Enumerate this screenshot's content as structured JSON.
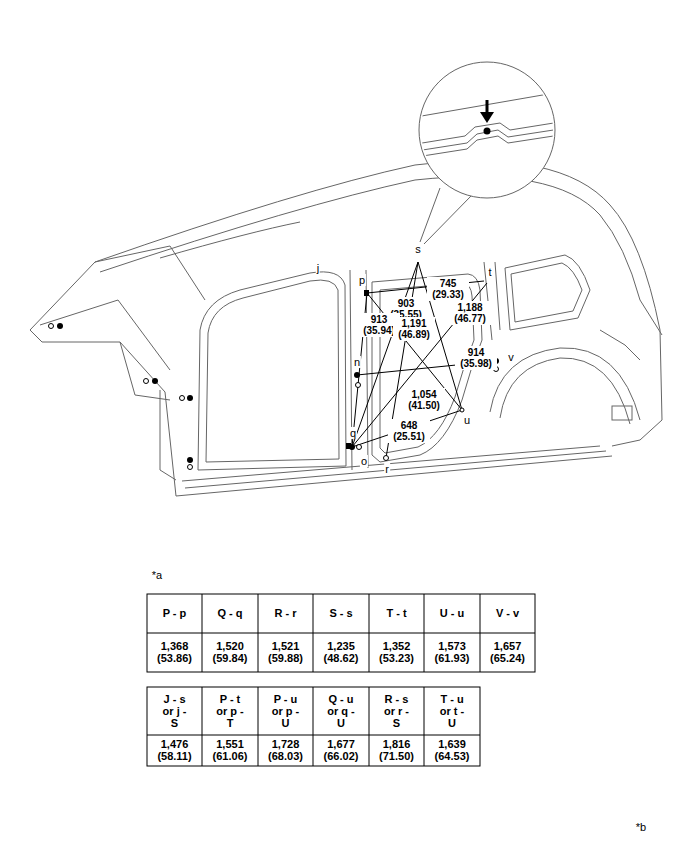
{
  "diagram": {
    "labels": [
      "s",
      "j",
      "p",
      "t",
      "745 (29.33)",
      "903 (35.55)",
      "1,188 (46.77)",
      "913 (35.94)",
      "1,191 (46.89)",
      "914 (35.98)",
      "v",
      "n",
      "1,054 (41.50)",
      "u",
      "648 (25.51)",
      "q",
      "o",
      "r",
      "*a",
      "P - p",
      "Q - q",
      "R - r",
      "S - s",
      "T - t",
      "U - u",
      "V - v",
      "1,368 (53.86)",
      "1,520 (59.84)",
      "1,521 (59.88)",
      "1,235 (48.62)",
      "1,352 (53.23)",
      "1,573 (61.93)",
      "1,657 (65.24)",
      "J - s or j - S",
      "P - t or p - T",
      "P - u or p - U",
      "Q - u or q - U",
      "R - s or r - S",
      "T - u or t - U",
      "1,476 (58.11)",
      "1,551 (61.06)",
      "1,728 (68.03)",
      "1,677 (66.02)",
      "1,816 (71.50)",
      "1,639 (64.53)",
      "*b"
    ]
  }
}
